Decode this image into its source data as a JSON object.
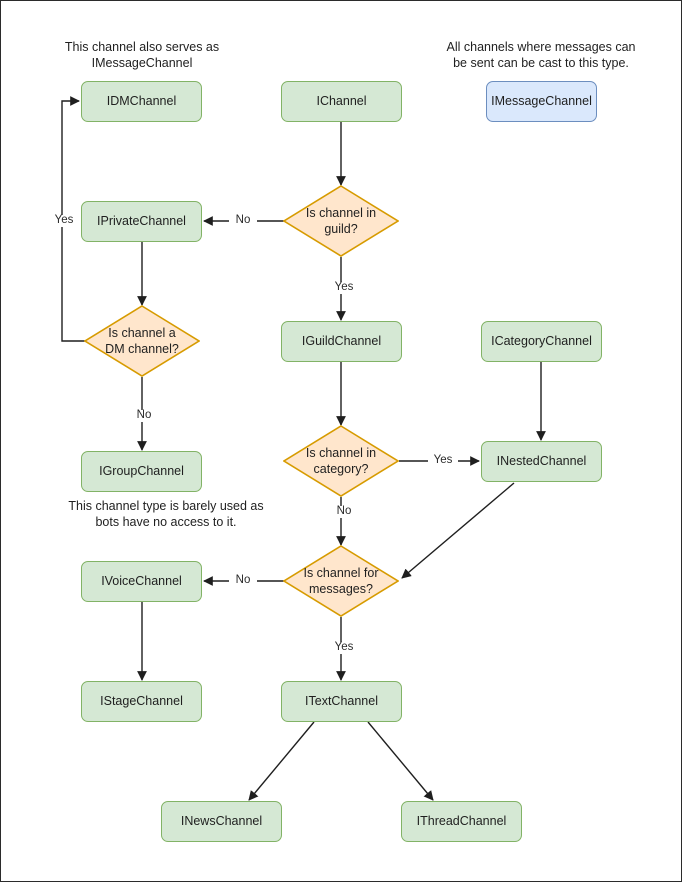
{
  "diagram": {
    "title": "Discord channel interface hierarchy flowchart",
    "colors": {
      "node_green_fill": "#d5e8d4",
      "node_green_stroke": "#82b366",
      "node_blue_fill": "#dae8fc",
      "node_blue_stroke": "#6c8ebf",
      "decision_fill": "#ffe6cc",
      "decision_stroke": "#d79b00",
      "edge_stroke": "#1f1f1f",
      "page_border": "#2b2b2b",
      "background": "#ffffff"
    },
    "notes": [
      {
        "id": "note-dm",
        "line1": "This channel also serves as",
        "line2": "IMessageChannel"
      },
      {
        "id": "note-message",
        "line1": "All channels where messages can",
        "line2": "be sent can be cast to this type."
      },
      {
        "id": "note-group",
        "line1": "This channel type is barely used as",
        "line2": "bots have no access to it."
      }
    ],
    "nodes": [
      {
        "id": "idm-channel",
        "label": "IDMChannel",
        "shape": "rounded-rect",
        "style": "green"
      },
      {
        "id": "ichannel",
        "label": "IChannel",
        "shape": "rounded-rect",
        "style": "green"
      },
      {
        "id": "imessage-channel",
        "label": "IMessageChannel",
        "shape": "rounded-rect",
        "style": "blue"
      },
      {
        "id": "iprivate-channel",
        "label": "IPrivateChannel",
        "shape": "rounded-rect",
        "style": "green"
      },
      {
        "id": "igroup-channel",
        "label": "IGroupChannel",
        "shape": "rounded-rect",
        "style": "green"
      },
      {
        "id": "iguild-channel",
        "label": "IGuildChannel",
        "shape": "rounded-rect",
        "style": "green"
      },
      {
        "id": "icategory-channel",
        "label": "ICategoryChannel",
        "shape": "rounded-rect",
        "style": "green"
      },
      {
        "id": "inested-channel",
        "label": "INestedChannel",
        "shape": "rounded-rect",
        "style": "green"
      },
      {
        "id": "ivoice-channel",
        "label": "IVoiceChannel",
        "shape": "rounded-rect",
        "style": "green"
      },
      {
        "id": "istage-channel",
        "label": "IStageChannel",
        "shape": "rounded-rect",
        "style": "green"
      },
      {
        "id": "itext-channel",
        "label": "ITextChannel",
        "shape": "rounded-rect",
        "style": "green"
      },
      {
        "id": "inews-channel",
        "label": "INewsChannel",
        "shape": "rounded-rect",
        "style": "green"
      },
      {
        "id": "ithread-channel",
        "label": "IThreadChannel",
        "shape": "rounded-rect",
        "style": "green"
      }
    ],
    "decisions": [
      {
        "id": "is-in-guild",
        "line1": "Is channel in",
        "line2": "guild?"
      },
      {
        "id": "is-dm",
        "line1": "Is channel a",
        "line2": "DM channel?"
      },
      {
        "id": "is-in-category",
        "line1": "Is channel in",
        "line2": "category?"
      },
      {
        "id": "is-for-messages",
        "line1": "Is channel for",
        "line2": "messages?"
      }
    ],
    "edge_labels": {
      "guild_no": "No",
      "guild_yes": "Yes",
      "dm_yes": "Yes",
      "dm_no": "No",
      "category_yes": "Yes",
      "category_no": "No",
      "messages_no": "No",
      "messages_yes": "Yes"
    }
  }
}
